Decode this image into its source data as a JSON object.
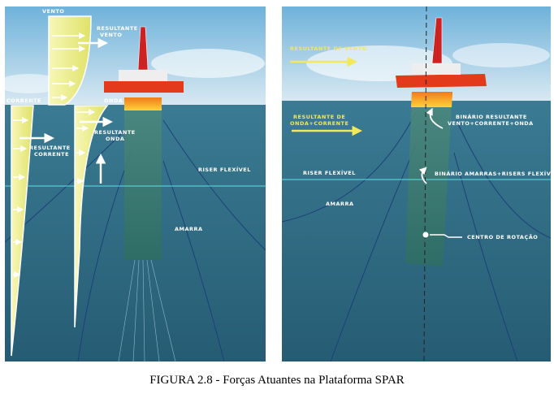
{
  "left_panel": {
    "labels": {
      "vento": "VENTO",
      "resultante_vento": [
        "RESULTANTE",
        "VENTO"
      ],
      "corrente": "CORRENTE",
      "onda": "ONDA",
      "resultante_corrente": [
        "RESULTANTE",
        "CORRENTE"
      ],
      "resultante_onda": [
        "RESULTANTE",
        "ONDA"
      ],
      "riser": "RISER FLEXÍVEL",
      "amarra": "AMARRA"
    }
  },
  "right_panel": {
    "labels": {
      "resultante_vento": "RESULTANTE DE VENTO",
      "resultante_onda_corrente": [
        "RESULTANTE DE",
        "ONDA+CORRENTE"
      ],
      "binario_resultante": [
        "BINÁRIO RESULTANTE",
        "VENTO+CORRENTE+ONDA"
      ],
      "riser": "RISER FLEXÍVEL",
      "binario_amarras": "BINÁRIO AMARRAS+RISERS FLEXÍVEIS",
      "amarra": "AMARRA",
      "centro": "CENTRO DE ROTAÇÃO"
    }
  },
  "caption": "FIGURA 2.8 - Forças Atuantes na Plataforma SPAR",
  "colors": {
    "sky": "#a9cfe6",
    "sea": "#2f6e86",
    "profile": "#eef08a",
    "hull": "#e33a1c",
    "arrow_yellow": "#f3e85a"
  }
}
